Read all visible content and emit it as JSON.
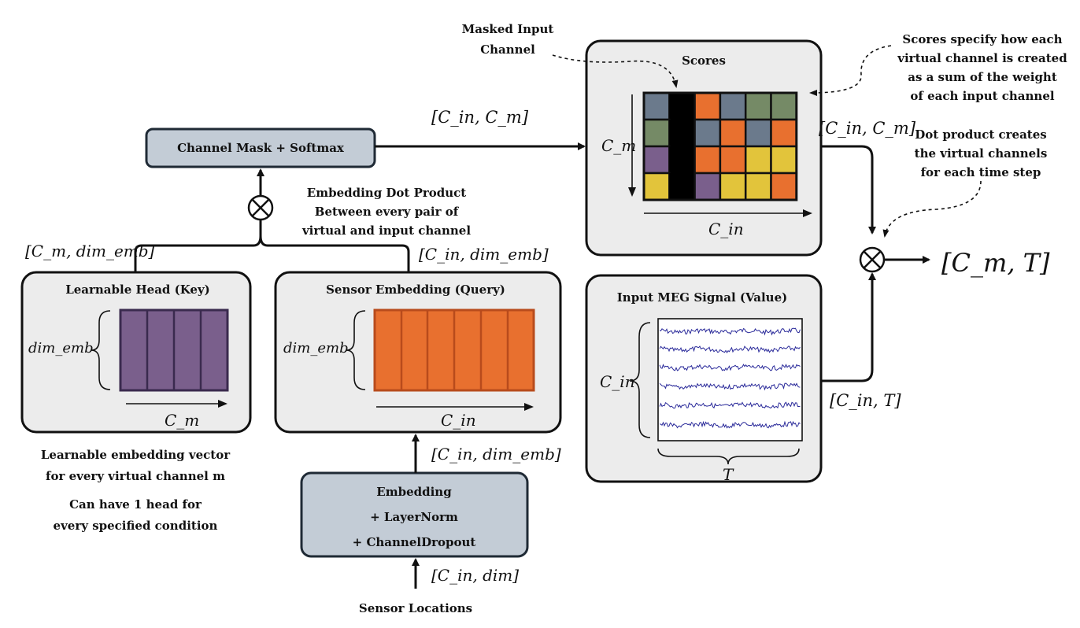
{
  "title_labels": {
    "masked_input_line1": "Masked Input",
    "masked_input_line2": "Channel",
    "scores_title": "Scores",
    "scores_note_line1": "Scores specify how each",
    "scores_note_line2": "virtual channel is created",
    "scores_note_line3": "as a sum of the weight",
    "scores_note_line4": "of each input channel",
    "dot_note_line1": "Dot product creates",
    "dot_note_line2": "the virtual channels",
    "dot_note_line3": "for each time step",
    "embed_dot_line1": "Embedding Dot Product",
    "embed_dot_line2": "Between every pair of",
    "embed_dot_line3": "virtual and input channel",
    "channel_mask": "Channel Mask + Softmax",
    "learnable_head": "Learnable Head (Key)",
    "sensor_embedding": "Sensor Embedding (Query)",
    "input_meg": "Input MEG Signal (Value)",
    "embedding_line1": "Embedding",
    "embedding_line2": "+ LayerNorm",
    "embedding_line3": "+ ChannelDropout",
    "sensor_locations": "Sensor Locations",
    "learnable_note_line1": "Learnable embedding vector",
    "learnable_note_line2": "for every virtual channel m",
    "head_note_line1": "Can have 1 head for",
    "head_note_line2": "every specified condition"
  },
  "math_labels": {
    "cin_cm_top": "[C_in, C_m]",
    "cin_cm_right": "[C_in, C_m]",
    "cm_dimemb": "[C_m, dim_emb]",
    "cin_dimemb_top": "[C_in, dim_emb]",
    "cin_dimemb_bottom": "[C_in, dim_emb]",
    "cin_dim": "[C_in, dim]",
    "cin_t": "[C_in, T]",
    "output": "[C_m, T]",
    "scores_cm": "C_m",
    "scores_cin": "C_in",
    "head_dimemb": "dim_emb",
    "head_cm": "C_m",
    "sensor_dimemb": "dim_emb",
    "sensor_cin": "C_in",
    "meg_cin": "C_in",
    "meg_t": "T"
  },
  "colors": {
    "slate": "#6b7a8c",
    "green": "#758a66",
    "orange": "#e8702f",
    "purple": "#7a5f8c",
    "yellow": "#e2c43b",
    "black": "#000000",
    "signal": "#2a2a9a"
  },
  "score_grid": [
    [
      "slate",
      "black",
      "orange",
      "slate",
      "green",
      "green"
    ],
    [
      "green",
      "black",
      "slate",
      "orange",
      "slate",
      "orange"
    ],
    [
      "purple",
      "black",
      "orange",
      "orange",
      "yellow",
      "yellow"
    ],
    [
      "yellow",
      "black",
      "purple",
      "yellow",
      "yellow",
      "orange"
    ]
  ]
}
